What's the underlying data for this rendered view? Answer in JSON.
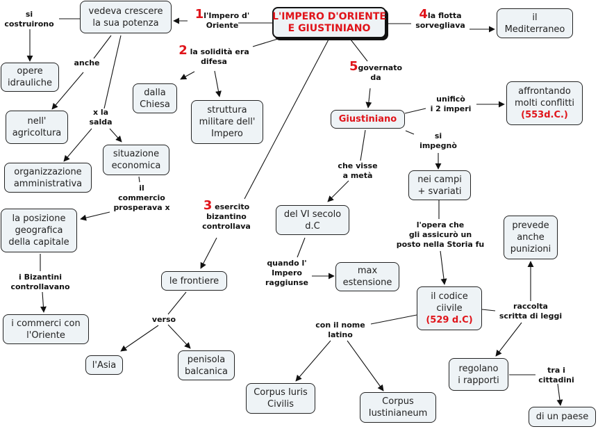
{
  "title": "L'IMPERO D'ORIENTE E GIUSTINIANO",
  "colors": {
    "node_fill": "#eef3f6",
    "accent_red": "#e0141a",
    "line": "#111111"
  },
  "nodes": {
    "root": [
      "L'IMPERO D'ORIENTE",
      "E GIUSTINIANO"
    ],
    "vedeva": [
      "vedeva crescere",
      "la sua potenza"
    ],
    "opere": [
      "opere",
      "idrauliche"
    ],
    "agricoltura": [
      "nell'",
      "agricoltura"
    ],
    "organizzazione": [
      "organizzazione",
      "amministrativa"
    ],
    "situazione": [
      "situazione",
      "economica"
    ],
    "posizione": [
      "la posizione",
      "geografica",
      "della capitale"
    ],
    "commerci": [
      "i commerci con",
      "l'Oriente"
    ],
    "chiesa": [
      "dalla",
      "Chiesa"
    ],
    "struttura": [
      "struttura",
      "militare dell'",
      "Impero"
    ],
    "frontiere": [
      "le frontiere"
    ],
    "asia": [
      "l'Asia"
    ],
    "balcanica": [
      "penisola",
      "balcanica"
    ],
    "mediterraneo": [
      "il",
      "Mediterraneo"
    ],
    "giustiniano": [
      "Giustiniano"
    ],
    "affrontando": [
      "affrontando",
      "molti conflitti"
    ],
    "affrontando_date": "(553d.C.)",
    "secolo": [
      "del VI secolo",
      "d.C"
    ],
    "estensione": [
      "max",
      "estensione"
    ],
    "campi": [
      "nei campi",
      "+ svariati"
    ],
    "codice": [
      "il codice",
      "ciivile"
    ],
    "codice_date": "(529 d.C)",
    "punizioni": [
      "prevede",
      "anche",
      "punizioni"
    ],
    "iuris": [
      "Corpus Iuris",
      "Civilis"
    ],
    "iustinianeum": [
      "Corpus",
      "Iustinianeum"
    ],
    "regolano": [
      "regolano",
      "i rapporti"
    ],
    "paese": [
      "di un paese"
    ]
  },
  "links": {
    "l1": {
      "num": "1",
      "lines": [
        "l'Impero d'",
        "Oriente"
      ]
    },
    "l2": {
      "num": "2",
      "lines": [
        " la solidità era",
        "difesa"
      ]
    },
    "l3": {
      "num": "3",
      "lines": [
        " esercito",
        "bizantino",
        "controllava"
      ]
    },
    "l4": {
      "num": "4",
      "lines": [
        "la flotta",
        "sorvegliava"
      ]
    },
    "l5": {
      "num": "5",
      "lines": [
        "governato",
        "da"
      ]
    },
    "si_costruirono": [
      "si",
      "costruirono"
    ],
    "anche": [
      "anche"
    ],
    "xlasalda": [
      "x la",
      "salda"
    ],
    "commercio": [
      "il",
      "commercio",
      "prosperava x"
    ],
    "bizantini": [
      "i Bizantini",
      "controllavano"
    ],
    "verso": [
      "verso"
    ],
    "unifico": [
      "unificò",
      "i 2 imperi"
    ],
    "si_impegno": [
      "si",
      "impegnò"
    ],
    "che_visse": [
      "che visse",
      "a metà"
    ],
    "quando": [
      "quando l'",
      "Impero",
      "raggiunse"
    ],
    "opera": [
      "l'opera che",
      "gli assicurò un",
      "posto nella Storia fu"
    ],
    "raccolta": [
      "raccolta",
      "scritta di leggi"
    ],
    "nome_latino": [
      "con il nome",
      "latino"
    ],
    "tra_cittadini": [
      "tra i",
      "cittadini"
    ]
  }
}
